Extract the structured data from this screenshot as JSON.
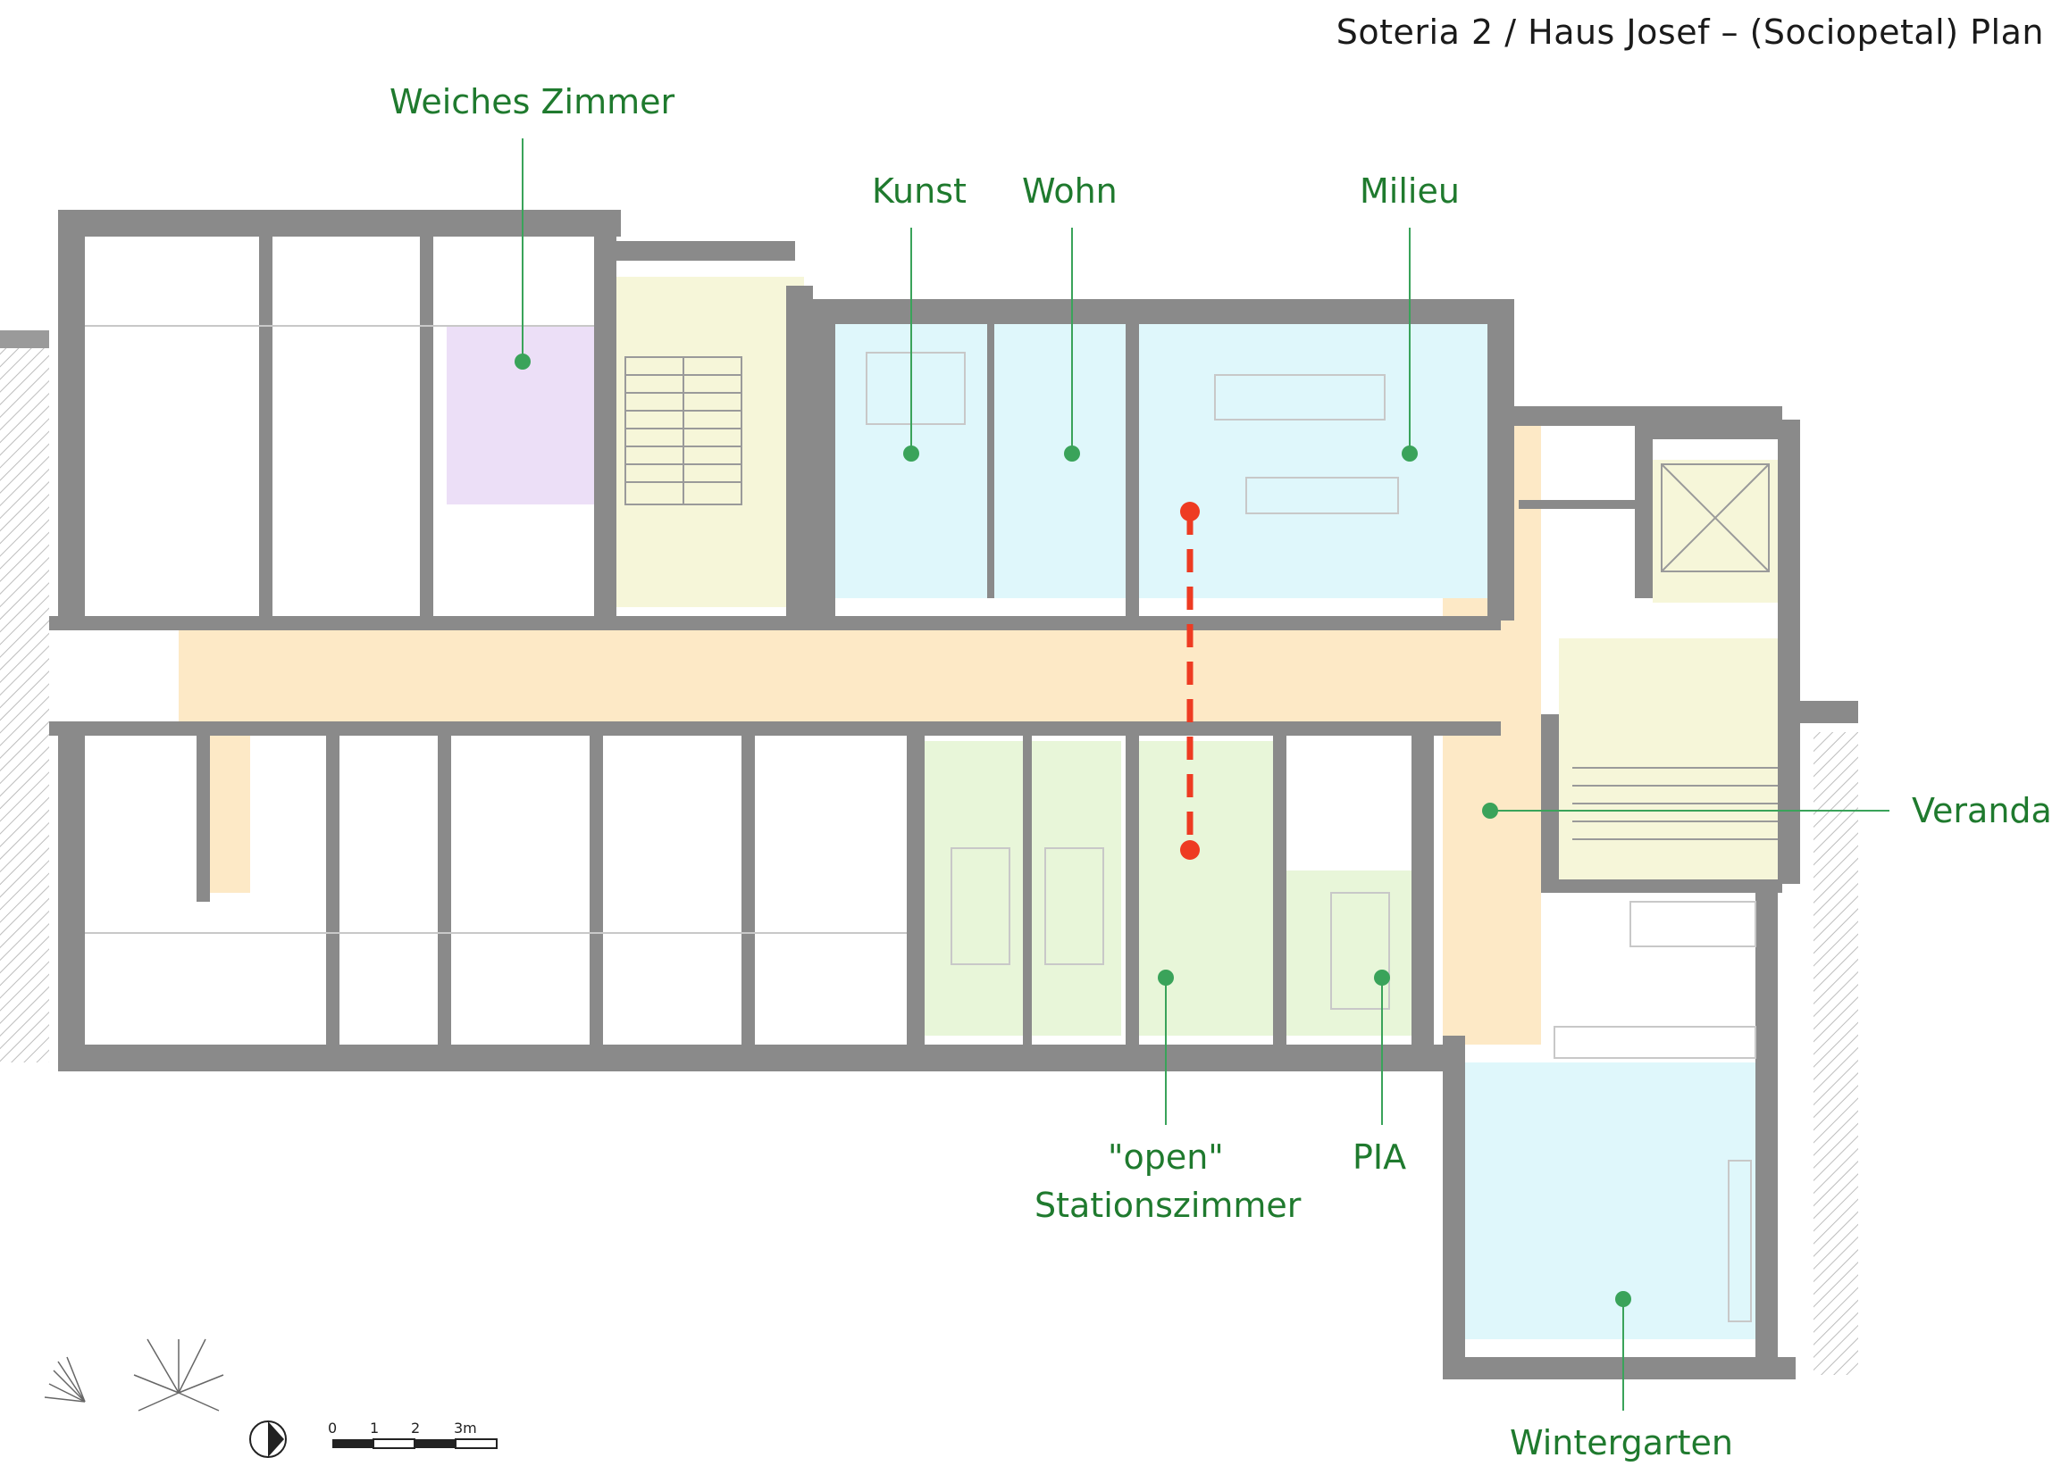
{
  "title": "Soteria 2 / Haus Josef – (Sociopetal) Plan",
  "colors": {
    "label": "#1f7a2e",
    "marker": "#3aa35a",
    "wall": "#8a8a8a",
    "corridor": "#fde9c6",
    "lavender": "#ecdff7",
    "cyan": "#dff7fb",
    "yellow": "#f6f6d9",
    "green": "#e8f6d9",
    "path": "#ee3b22"
  },
  "rooms": {
    "weiches_zimmer": "Weiches Zimmer",
    "kunst": "Kunst",
    "wohn": "Wohn",
    "milieu": "Milieu",
    "veranda": "Veranda",
    "open_line1": "\"open\"",
    "open_line2": "Stationszimmer",
    "pia": "PIA",
    "wintergarten": "Wintergarten"
  },
  "scale": {
    "t0": "0",
    "t1": "1",
    "t2": "2",
    "t3": "3m"
  },
  "north_icon": "north-arrow-icon",
  "sun_icon": "sun-path-diagram-icon"
}
